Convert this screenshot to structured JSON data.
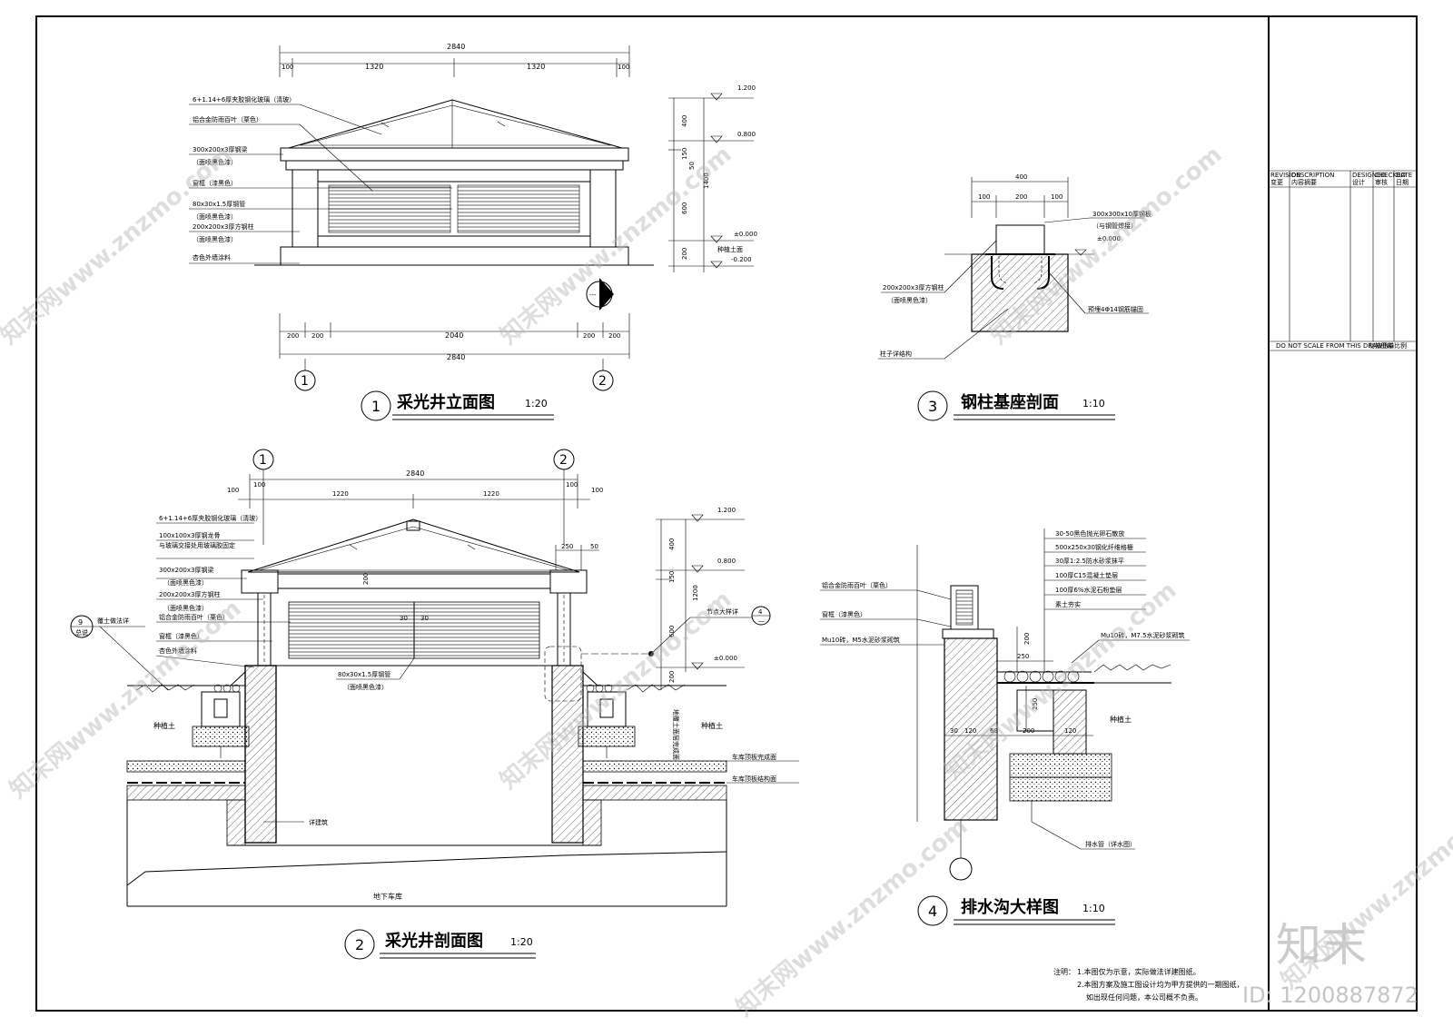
{
  "title_block": {
    "revision": "REVISION",
    "revision_cn": "变更",
    "description": "DESCRIPTION",
    "description_cn": "内容摘要",
    "designed": "DESIGNED",
    "designed_cn": "设计",
    "checked": "CHECKED",
    "checked_cn": "审核",
    "date": "DATE",
    "date_cn": "日期",
    "scale_note": "DO NOT SCALE FROM THIS DRAWING",
    "scale_note_cn": "勿按图量比例"
  },
  "views": {
    "v1": {
      "num": "1",
      "title": "采光井立面图",
      "scale": "1:20"
    },
    "v2": {
      "num": "2",
      "title": "采光井剖面图",
      "scale": "1:20"
    },
    "v3": {
      "num": "3",
      "title": "钢柱基座剖面",
      "scale": "1:10"
    },
    "v4": {
      "num": "4",
      "title": "排水沟大样图",
      "scale": "1:10"
    }
  },
  "elevation": {
    "dim_total": "2840",
    "dim_top": [
      "100",
      "1320",
      "1320",
      "100"
    ],
    "dim_bottom": [
      "200",
      "200",
      "2040",
      "200",
      "200"
    ],
    "dim_bottom_total": "2840",
    "axis": [
      "1",
      "2"
    ],
    "labels": [
      "6+1.14+6厚夹胶钢化玻璃（清玻）",
      "铝合金防雨百叶（栗色）",
      "300x200x3厚钢梁",
      "（面喷黑色漆）",
      "窗框（漆黑色）",
      "80x30x1.5厚钢管",
      "（面喷黑色漆）",
      "200x200x3厚方钢柱",
      "（面喷黑色漆）",
      "杏色外墙涂料"
    ],
    "levels": [
      "1.200",
      "0.800",
      "±0.000",
      "种植土面",
      "-0.200"
    ],
    "vdims": [
      "400",
      "150",
      "1400",
      "600",
      "200",
      "50"
    ],
    "section_mark": "---"
  },
  "section": {
    "axis": [
      "1",
      "2"
    ],
    "dim_total": "2840",
    "dim_top": [
      "100",
      "100",
      "1220",
      "1220",
      "100",
      "100"
    ],
    "labels": [
      "6+1.14+6厚夹胶钢化玻璃（清玻）",
      "100x100x3厚钢龙骨",
      "与玻璃交接处用玻璃胶固定",
      "300x200x3厚钢梁",
      "（面喷黑色漆）",
      "200x200x3厚方钢柱",
      "（面喷黑色漆）",
      "铝合金防雨百叶（栗色）",
      "窗框（漆黑色）",
      "杏色外墙涂料"
    ],
    "soil_ref": "覆土做法详",
    "soil_ref_num": "9",
    "soil_ref_sub": "总说",
    "planting_soil": "种植土",
    "pipe_label": "80x30x1.5厚钢管",
    "pipe_label2": "（面喷黑色漆）",
    "node_label": "节点大样详",
    "node_num": "4",
    "node_sub": "—",
    "roof_finish": "车库顶板完成面",
    "roof_structure": "车库顶板结构面",
    "see_arch": "详建筑",
    "garage": "地下车库",
    "levels": [
      "1.200",
      "0.800",
      "±0.000"
    ],
    "vdims": [
      "400",
      "150",
      "1200",
      "600",
      "200",
      "250",
      "50",
      "200"
    ],
    "inner_dims": [
      "30",
      "30"
    ],
    "vertical_note": "地覆土面层完成面"
  },
  "column_base": {
    "dim_total": "400",
    "dims": [
      "100",
      "200",
      "100"
    ],
    "plate": "300x300x10厚钢板",
    "plate2": "（与钢管焊接）",
    "level": "±0.000",
    "column": "200x200x3厚方钢柱",
    "column2": "（面喷黑色漆）",
    "anchor": "预埋4Φ14钢筋锚固",
    "structure": "柱子详结构"
  },
  "drain": {
    "layers": [
      "30-50黑色抛光卵石散放",
      "500x250x30钢化纤维格栅",
      "30厚1:2.5防水砂浆抹平",
      "100厚C15混凝土垫层",
      "100厚6%水泥石粉垫层",
      "素土夯实"
    ],
    "louver": "铝合金防雨百叶（栗色）",
    "frame": "窗框（漆黑色）",
    "wall_left": "Mu10砖，M5水泥砂浆砌筑",
    "wall_right": "Mu10砖，M7.5水泥砂浆砌筑",
    "planting_soil": "种植土",
    "drain_pipe": "排水管（详水图）",
    "dims": [
      "200",
      "250",
      "250",
      "30",
      "120",
      "60",
      "200",
      "120"
    ]
  },
  "notes": {
    "heading": "注明：",
    "n1": "1.本图仅为示意，实际做法详建图纸。",
    "n2": "2.本图方案及施工图设计均为甲方提供的一期图纸，",
    "n3": "如出现任何问题，本公司概不负责。"
  },
  "watermarks": {
    "site": "知末网www.znzmo.com",
    "brand": "知末",
    "id": "ID: 1200887872"
  }
}
